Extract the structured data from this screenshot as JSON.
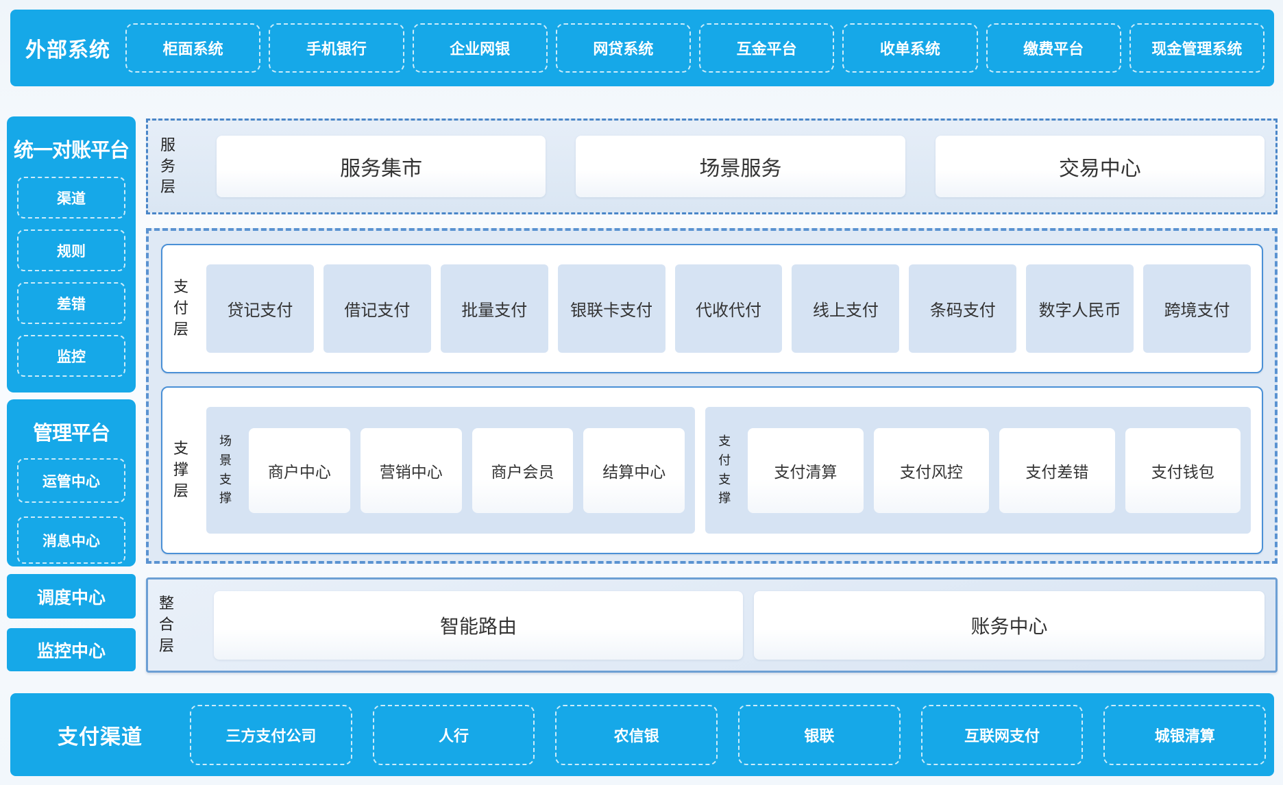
{
  "top_bar": {
    "title": "外部系统",
    "items": [
      "柜面系统",
      "手机银行",
      "企业网银",
      "网贷系统",
      "互金平台",
      "收单系统",
      "缴费平台",
      "现金管理系统"
    ]
  },
  "sidebar": {
    "reconciliation": {
      "title": "统一对账平台",
      "items": [
        "渠道",
        "规则",
        "差错",
        "监控"
      ]
    },
    "management": {
      "title": "管理平台",
      "items": [
        "运管中心",
        "消息中心"
      ]
    },
    "solo_blocks": [
      "调度中心",
      "监控中心"
    ]
  },
  "layers": {
    "service": {
      "label": "服务层",
      "cards": [
        "服务集市",
        "场景服务",
        "交易中心"
      ]
    },
    "payment": {
      "label": "支付层",
      "cards": [
        "贷记支付",
        "借记支付",
        "批量支付",
        "银联卡支付",
        "代收代付",
        "线上支付",
        "条码支付",
        "数字人民币",
        "跨境支付"
      ]
    },
    "support": {
      "label": "支撑层",
      "groups": [
        {
          "label": "场景支撑",
          "cards": [
            "商户中心",
            "营销中心",
            "商户会员",
            "结算中心"
          ]
        },
        {
          "label": "支付支撑",
          "cards": [
            "支付清算",
            "支付风控",
            "支付差错",
            "支付钱包"
          ]
        }
      ]
    },
    "integration": {
      "label": "整合层",
      "cards": [
        "智能路由",
        "账务中心"
      ]
    }
  },
  "bottom_bar": {
    "title": "支付渠道",
    "items": [
      "三方支付公司",
      "人行",
      "农信银",
      "银联",
      "互联网支付",
      "城银清算"
    ]
  },
  "colors": {
    "brand_blue": "#16a8e8",
    "panel_bg": "#dfe9f5",
    "card_blue_bg": "#d6e3f3",
    "solid_border_blue": "#4a90d6",
    "dashed_border_blue": "#5b93d1",
    "dashdot_border_blue": "#4a86c8",
    "integration_border_blue": "#6c9fd4",
    "text_dark": "#333333",
    "text_white": "#ffffff"
  }
}
